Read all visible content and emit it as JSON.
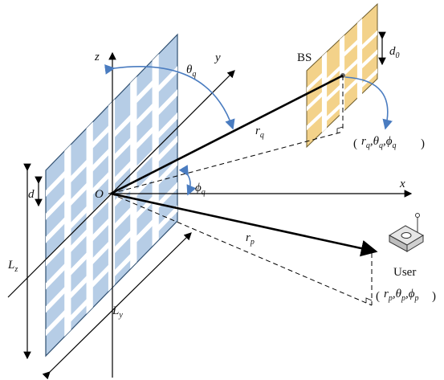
{
  "labels": {
    "axis_z": "z",
    "axis_y": "y",
    "axis_x": "x",
    "origin": "O",
    "bs": "BS",
    "user": "User",
    "theta_q": "θ",
    "theta_q_sub": "q",
    "phi_q": "ϕ",
    "phi_q_sub": "q",
    "r_q": "r",
    "r_q_sub": "q",
    "r_p": "r",
    "r_p_sub": "p",
    "d": "d",
    "d0": "d",
    "d0_sub": "0",
    "Lz": "L",
    "Lz_sub": "z",
    "Ly": "L",
    "Ly_sub": "y",
    "bs_coords": "(r_q,θ_q,ϕ_q)",
    "user_coords": "(r_p,θ_p,ϕ_p)"
  },
  "colors": {
    "array_fill": "#b6cde6",
    "array_stroke": "#2f4f70",
    "bs_fill": "#f3d28a",
    "bs_stroke": "#6b5a2a",
    "arc": "#4a7cc0"
  }
}
